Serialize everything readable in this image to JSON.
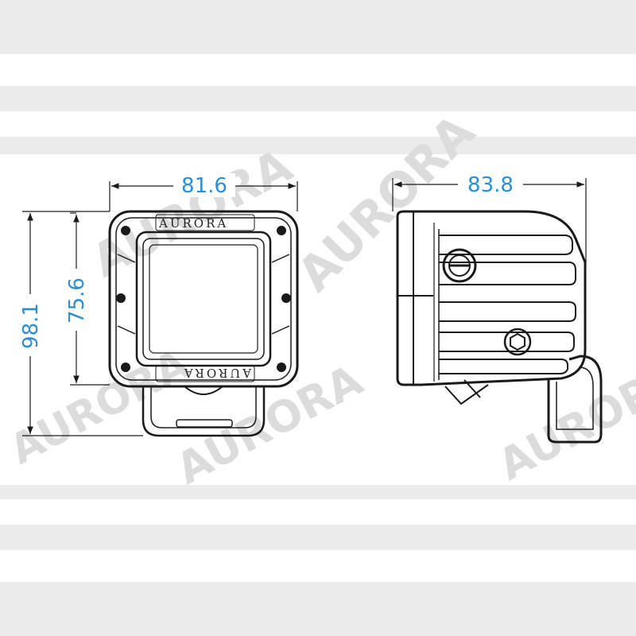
{
  "brand": {
    "logo": "AURORA",
    "watermark": "AURORA"
  },
  "front_view": {
    "width_dim": "81.6",
    "total_height_dim": "98.1",
    "housing_height_dim": "75.6"
  },
  "side_view": {
    "depth_dim": "83.8"
  },
  "colors": {
    "dimension": "#2a8fd6",
    "line": "#1a1a1a",
    "band": "#ebebeb"
  }
}
